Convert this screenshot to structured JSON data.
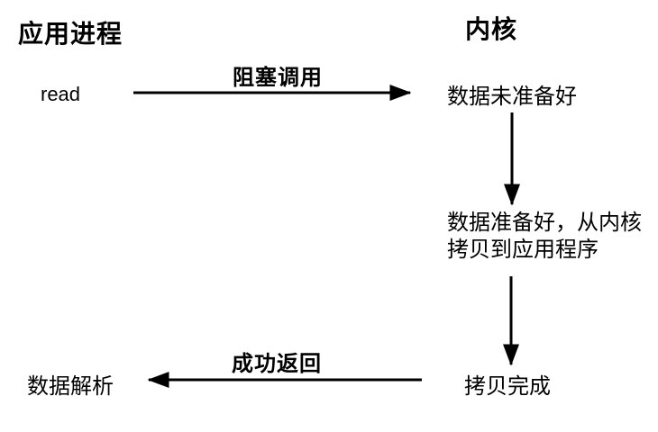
{
  "page": {
    "background_color": "#ffffff",
    "foreground_color": "#000000"
  },
  "diagram": {
    "left_column_title": "应用进程",
    "right_column_title": "内核",
    "nodes": {
      "read_call": "read",
      "data_not_ready": "数据未准备好",
      "data_ready_line1": "数据准备好，从内核",
      "data_ready_line2": "拷贝到应用程序",
      "copy_complete": "拷贝完成",
      "data_parse": "数据解析"
    },
    "arrow_labels": {
      "blocking_call": "阻塞调用",
      "success_return": "成功返回"
    }
  }
}
